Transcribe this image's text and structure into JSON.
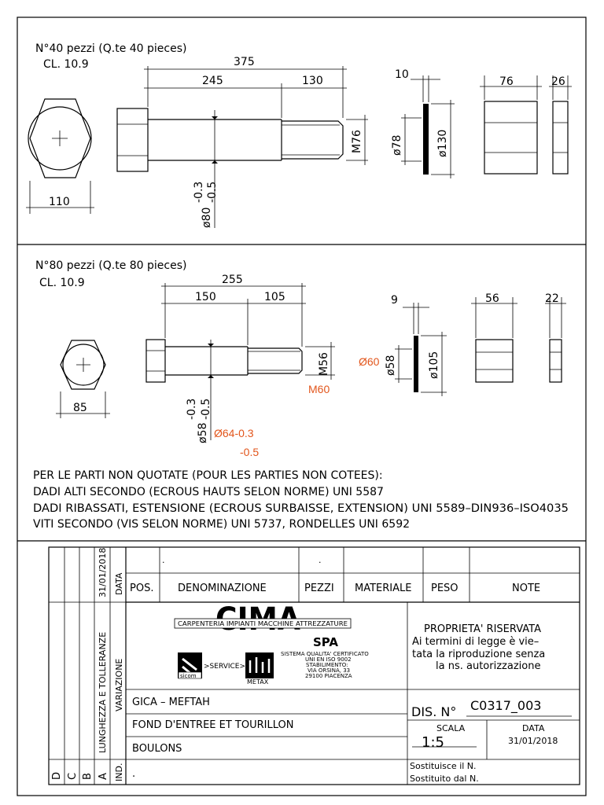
{
  "top_part": {
    "qty_line": "N°40 pezzi (Q.te 40 pieces)",
    "class_line": "CL. 10.9",
    "dims": {
      "overall": "375",
      "shank": "245",
      "thread": "130",
      "thread_size": "M76",
      "shank_dia": "ø80",
      "tol_upper": "-0.3",
      "tol_lower": "-0.5",
      "head_width": "110",
      "washer_thk": "10",
      "washer_id": "ø78",
      "washer_od": "ø130",
      "nut_thk": "76",
      "thin_nut_thk": "26"
    }
  },
  "bottom_part": {
    "qty_line": "N°80 pezzi  (Q.te 80 pieces)",
    "class_line": "CL. 10.9",
    "dims": {
      "overall": "255",
      "shank": "150",
      "thread": "105",
      "thread_size": "M56",
      "shank_dia": "ø58",
      "tol_upper": "-0.3",
      "tol_lower": "-0.5",
      "head_width": "85",
      "washer_thk": "9",
      "washer_id": "ø58",
      "washer_od": "ø105",
      "nut_thk": "56",
      "thin_nut_thk": "22"
    },
    "revisions": {
      "washer_id": "Ø60",
      "thread_size": "M60",
      "shank_dia": "Ø64-0.3",
      "shank_tol_lower": "-0.5"
    }
  },
  "notes": [
    "PER LE PARTI NON QUOTATE (POUR LES PARTIES NON COTEES):",
    "DADI ALTI SECONDO (ECROUS HAUTS SELON NORME) UNI 5587",
    "DADI RIBASSATI, ESTENSIONE (ECROUS SURBAISSE, EXTENSION) UNI 5589–DIN936–ISO4035",
    "VITI SECONDO (VIS SELON NORME) UNI 5737, RONDELLES UNI 6592"
  ],
  "title_block": {
    "rev_date": "31/01/2018",
    "rev_date_label": "DATA",
    "header": {
      "pos": "POS.",
      "denominazione": "DENOMINAZIONE",
      "pezzi": "PEZZI",
      "materiale": "MATERIALE",
      "peso": "PESO",
      "note": "NOTE"
    },
    "blank_dot_1": ".",
    "blank_dot_2": ".",
    "lunghezza": "LUNGHEZZA E TOLLERANZE",
    "variazione": "VARIAZIONE",
    "ind": "IND.",
    "rev_letters": [
      "A",
      "B",
      "C",
      "D"
    ],
    "company": {
      "logo_text": "CIMA",
      "carpenteria": "CARPENTERIA IMPIANTI MACCHINE ATTREZZATURE",
      "spa": "SPA",
      "sicom": "sicom",
      "service": ">SERVICE>",
      "metax": "METAX",
      "cert_lines": [
        "SISTEMA QUALITA' CERTIFICATO",
        "UNI EN ISO 9002",
        "STABILIMENTO:",
        "VIA ORSINA, 33",
        "29100 PIACENZA"
      ]
    },
    "proprieta": [
      "PROPRIETA' RISERVATA",
      "Ai termini di legge è vie–",
      "tata la riproduzione senza",
      "la ns. autorizzazione"
    ],
    "client": "GICA – MEFTAH",
    "description": "FOND D'ENTREE ET TOURILLON",
    "item": "BOULONS",
    "last_row": ".",
    "dis_label": "DIS. N°",
    "dis_number": "C0317_003",
    "scala_label": "SCALA",
    "scala": "1:5",
    "data_label": "DATA",
    "data": "31/01/2018",
    "sostituisce": "Sostituisce il N.",
    "sostituito": "Sostituito dal N."
  }
}
